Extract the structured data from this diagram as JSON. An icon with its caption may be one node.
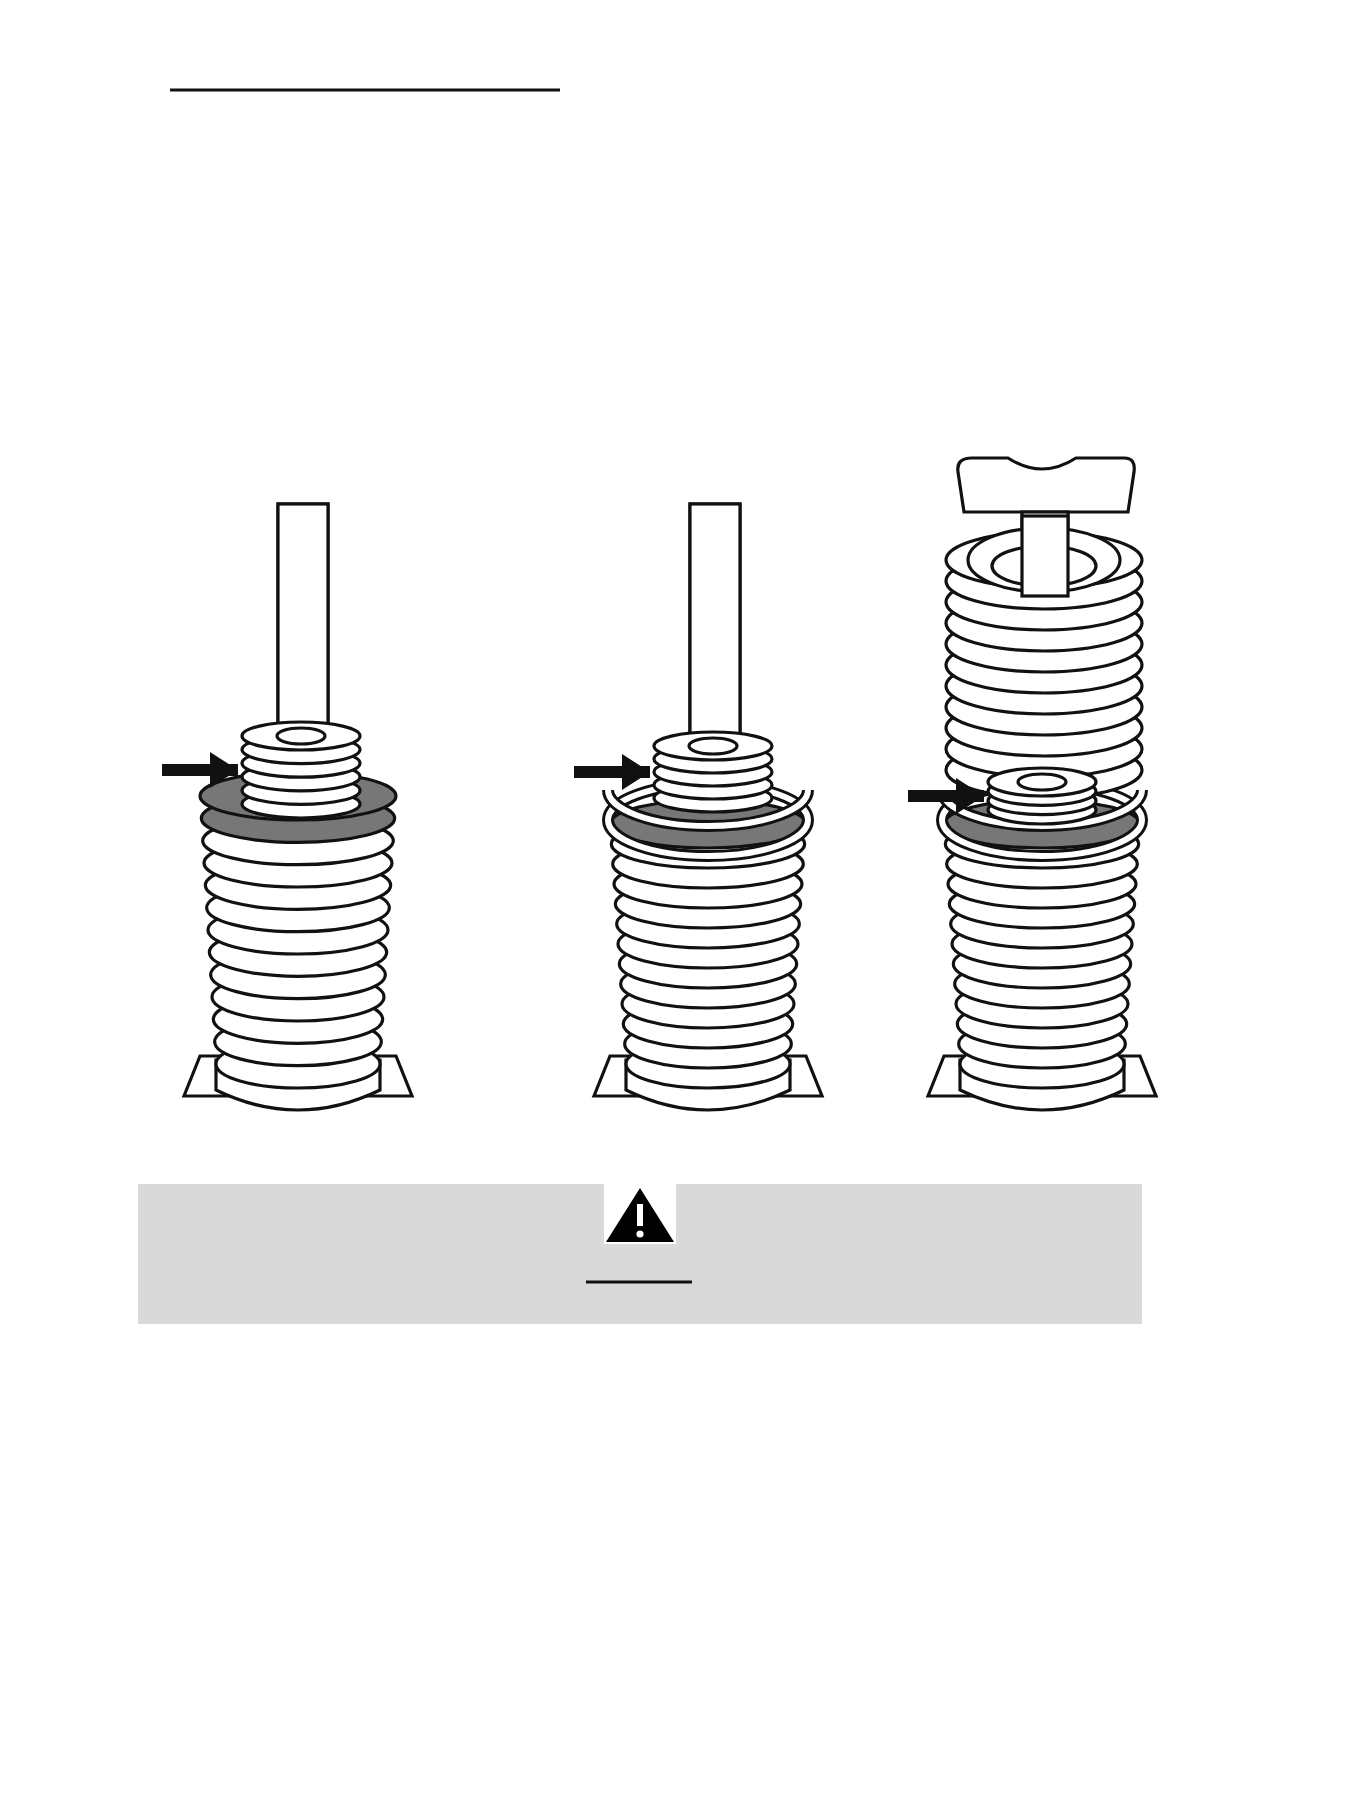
{
  "diagram": {
    "nodes": [
      {
        "text": [],
        "shape": "spring"
      },
      {
        "text": [],
        "shape": "spring"
      },
      {
        "text": [],
        "shape": "spring"
      }
    ],
    "edges": [
      {
        "from": null,
        "to": 0,
        "arrow": "to"
      },
      {
        "from": null,
        "to": 1,
        "arrow": "to"
      },
      {
        "from": null,
        "to": 2,
        "arrow": "to"
      }
    ]
  }
}
